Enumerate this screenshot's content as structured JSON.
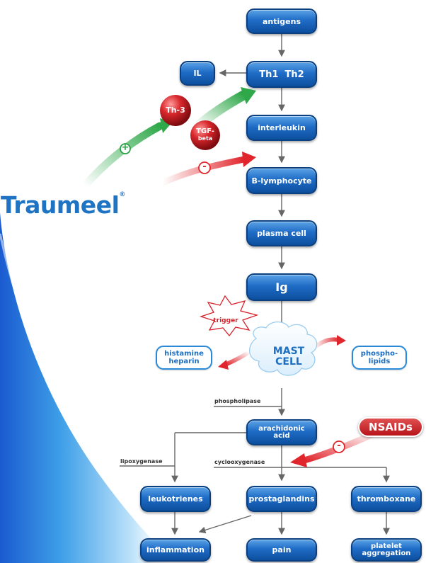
{
  "nodes": {
    "antigens": "antigens",
    "th": "Th1  Th2",
    "il": "IL",
    "interleukin": "interleukin",
    "b_lymphocyte": "B-lymphocyte",
    "plasma_cell": "plasma cell",
    "ig": "Ig",
    "histamine_1": "histamine",
    "histamine_2": "heparin",
    "phospho_1": "phospho-",
    "phospho_2": "lipids",
    "mast_1": "MAST",
    "mast_2": "CELL",
    "arachidonic_1": "arachidonic",
    "arachidonic_2": "acid",
    "leukotrienes": "leukotrienes",
    "prostaglandins": "prostaglandins",
    "thromboxane": "thromboxane",
    "inflammation": "inflammation",
    "pain": "pain",
    "platelet_1": "platelet",
    "platelet_2": "aggregation"
  },
  "labels": {
    "phospholipase": "phospholipase",
    "lipoxygenase": "lipoxygenase",
    "cyclooxygenase": "cyclooxygenase",
    "trigger": "trigger"
  },
  "spheres": {
    "th3": "Th-3",
    "tgf_1": "TGF-",
    "tgf_2": "beta"
  },
  "brand": {
    "traumeel": "Traumeel",
    "registered": "®"
  },
  "nsaids": "NSAIDs",
  "signs": {
    "plus": "+",
    "minus": "-"
  },
  "colors": {
    "box_blue": "#1f6cc6",
    "outline_blue": "#2a8ad8",
    "stimulate_green": "#2fa84a",
    "inhibit_red": "#e0262c",
    "logo_blue": "#1e73c2"
  }
}
